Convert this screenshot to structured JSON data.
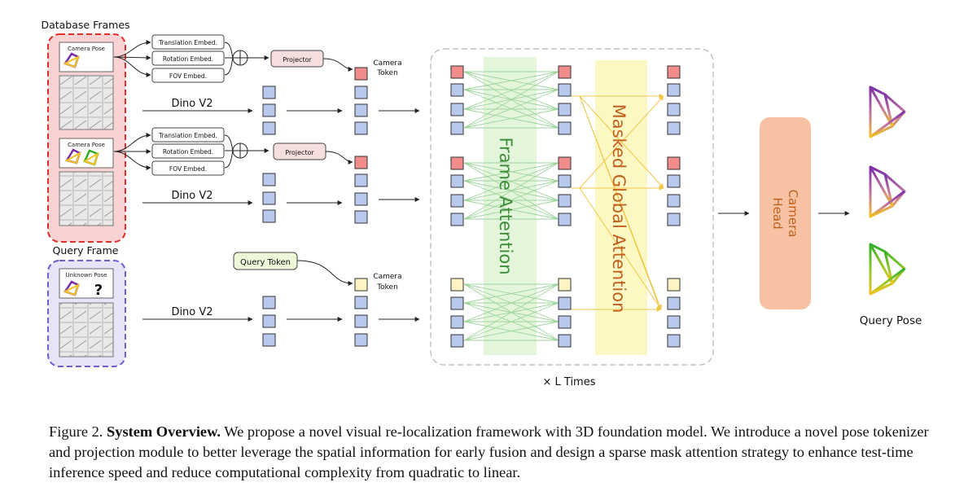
{
  "diagram": {
    "database_frames_label": "Database Frames",
    "query_frame_label": "Query Frame",
    "camera_pose_label": "Camera Pose",
    "unknown_pose_label": "Unknown Pose",
    "question_mark": "?",
    "translation_embed": "Translation Embed.",
    "rotation_embed": "Rotation Embed.",
    "fov_embed": "FOV Embed.",
    "projector": "Projector",
    "dino": "Dino V2",
    "camera_token_line1": "Camera",
    "camera_token_line2": "Token",
    "query_token": "Query Token",
    "frame_attention": "Frame Attention",
    "masked_global_attention": "Masked Global Attention",
    "camera_head_line1": "Camera",
    "camera_head_line2": "Head",
    "l_times": "× L Times",
    "query_pose": "Query Pose"
  },
  "caption": {
    "label": "Figure 2.",
    "title": "System Overview.",
    "text": "We propose a novel visual re-localization framework with 3D foundation model. We introduce a novel pose tokenizer and projection module to better leverage the spatial information for early fusion and design a sparse mask attention strategy to enhance test-time inference speed and reduce computational complexity from quadratic to linear."
  },
  "colors": {
    "camera_token": "#f28b8b",
    "patch_token": "#b9c9ee",
    "query_token": "#fdf3c4",
    "frame_attention_band": "#e3f6dc",
    "global_attention_band": "#fbf8c4",
    "camera_head": "#f7c2a3",
    "database_box": "#f9d3d3",
    "query_box": "#e6e4f7"
  }
}
